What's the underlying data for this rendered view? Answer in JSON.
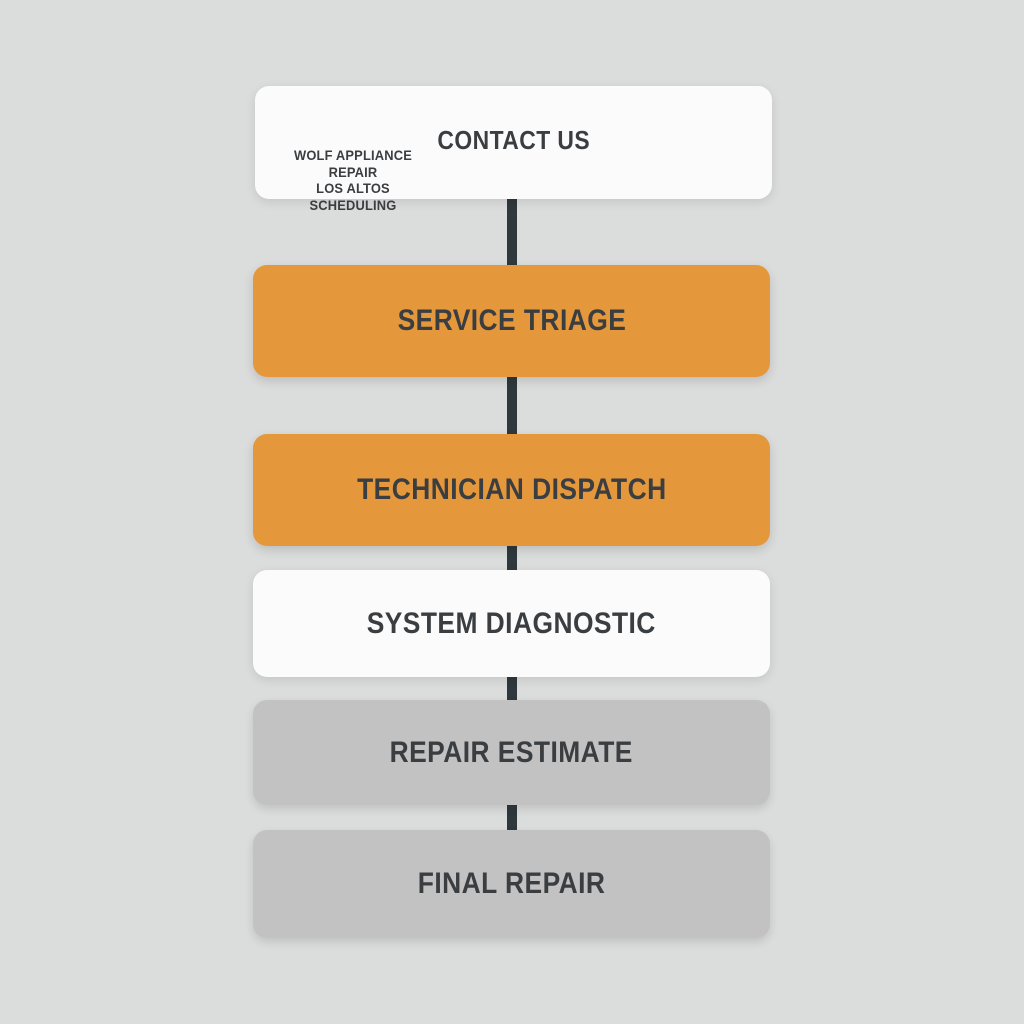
{
  "flowchart": {
    "steps": [
      {
        "label": "CONTACT US",
        "variant": "white",
        "sublabel_lines": [
          "WOLF APPLIANCE REPAIR",
          "LOS ALTOS SCHEDULING"
        ]
      },
      {
        "label": "SERVICE TRIAGE",
        "variant": "orange"
      },
      {
        "label": "TECHNICIAN DISPATCH",
        "variant": "orange"
      },
      {
        "label": "SYSTEM DIAGNOSTIC",
        "variant": "white"
      },
      {
        "label": "REPAIR ESTIMATE",
        "variant": "gray"
      },
      {
        "label": "FINAL REPAIR",
        "variant": "gray"
      }
    ],
    "palette": {
      "background": "#DBDCDC",
      "box_white": "#FBFBFB",
      "box_orange": "#E5973C",
      "box_gray": "#C2C2C2",
      "connector": "#2F383C",
      "text": "#3A3E41"
    }
  }
}
